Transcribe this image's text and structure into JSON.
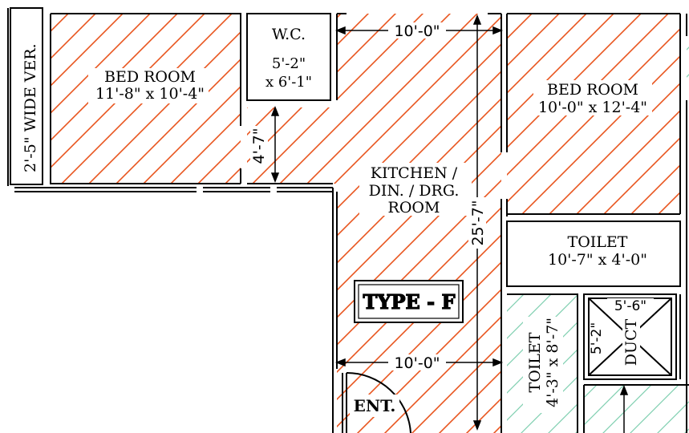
{
  "colors": {
    "background": "#ffffff",
    "wall": "#000000",
    "hatch_main": "#e8541e",
    "hatch_toilet": "#7fcfb0"
  },
  "rooms": {
    "bedroom_left": {
      "name": "BED ROOM",
      "size": "11'-8\" x 10'-4\""
    },
    "wc": {
      "name": "W.C.",
      "size_line1": "5'-2\"",
      "size_line2": "x 6'-1\""
    },
    "bedroom_right": {
      "name": "BED ROOM",
      "size": "10'-0\" x 12'-4\""
    },
    "kitchen": {
      "line1": "KITCHEN /",
      "line2": "DIN. / DRG.",
      "line3": "ROOM"
    },
    "toilet_right": {
      "name": "TOILET",
      "size": "10'-7\" x 4'-0\""
    },
    "toilet_small": {
      "name": "TOILET",
      "size": "4'-3\" x 8'-7\""
    },
    "duct": {
      "name": "DUCT",
      "width": "5'-6\"",
      "height": "5'-2\""
    },
    "verandah": {
      "label": "2'-5\" WIDE VER."
    }
  },
  "dimensions": {
    "top_width": "10'-0\"",
    "bottom_width": "10'-0\"",
    "kitchen_length": "25'-7\"",
    "passage_length": "4'-7\""
  },
  "type_label": "TYPE - F",
  "entrance_label": "ENT."
}
